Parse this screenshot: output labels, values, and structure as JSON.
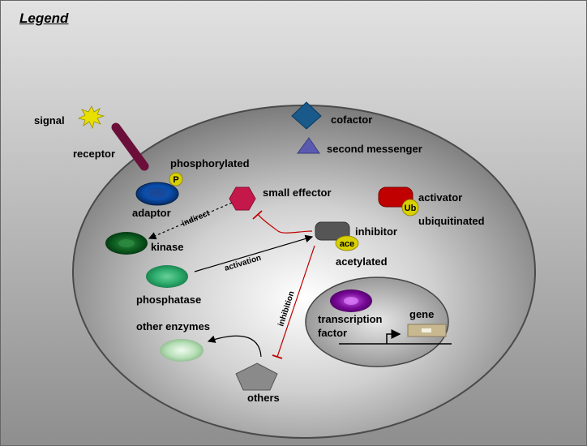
{
  "title": "Legend",
  "labels": {
    "signal": "signal",
    "receptor": "receptor",
    "phosphorylated": "phosphorylated",
    "adaptor": "adaptor",
    "kinase": "kinase",
    "phosphatase": "phosphatase",
    "other_enzymes": "other enzymes",
    "others": "others",
    "cofactor": "cofactor",
    "second_messenger": "second messenger",
    "small_effector": "small effector",
    "activator": "activator",
    "ubiquitinated": "ubiquitinated",
    "inhibitor": "inhibitor",
    "acetylated": "acetylated",
    "transcription_factor_line1": "transcription",
    "transcription_factor_line2": "factor",
    "gene": "gene"
  },
  "badges": {
    "phospho": "P",
    "ubiquitin": "Ub",
    "acetyl": "ace"
  },
  "edge_labels": {
    "indirect": "indirect",
    "activation": "activation",
    "inhibition": "inhibition"
  },
  "colors": {
    "background": "#d6d6d6",
    "cell_edge": "#4a4a4a",
    "receptor": "#6b0f3a",
    "signal": "#e8e000",
    "adaptor": "#0a4a9a",
    "kinase": "#0b5a1e",
    "phosphatase": "#2aa96a",
    "other_enzymes": "#b8e0b8",
    "others": "#8a8a8a",
    "cofactor": "#1a5a8a",
    "second_messenger": "#5a5ab0",
    "small_effector": "#c4184a",
    "activator": "#c00000",
    "inhibitor": "#555555",
    "badge": "#d8d000",
    "transcription_factor": "#7a0a9a",
    "gene": "#c8b890",
    "inhibit_line": "#c00000"
  }
}
